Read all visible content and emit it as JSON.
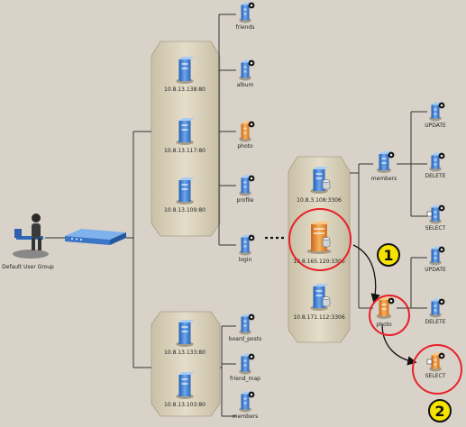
{
  "user_group": {
    "label": "Default User Group"
  },
  "web_servers_top": [
    "10.8.13.138:80",
    "10.8.13.117:80",
    "10.8.13.109:80"
  ],
  "web_servers_bottom": [
    "10.8.13.133:80",
    "10.8.13.103:80"
  ],
  "web_pages_top": [
    "friends",
    "album",
    "photo",
    "profile",
    "login"
  ],
  "web_pages_bottom": [
    "board_posts",
    "friend_map",
    "members"
  ],
  "db_servers": [
    "10.8.3.108:3306",
    "10.8.165.120:3306",
    "10.8.171.112:3306"
  ],
  "db_tables": [
    "members",
    "photo"
  ],
  "members_queries": [
    "UPDATE",
    "DELETE",
    "SELECT"
  ],
  "photo_queries": [
    "UPDATE",
    "DELETE",
    "SELECT"
  ],
  "callouts": [
    "1",
    "2"
  ],
  "colors": {
    "background": "#d9d2c8",
    "cluster_fill": "#d6ceb8",
    "server_blue": "#3f7fd4",
    "server_orange": "#e8892a",
    "highlight_red": "#e8202a",
    "callout_yellow": "#f5e400"
  }
}
